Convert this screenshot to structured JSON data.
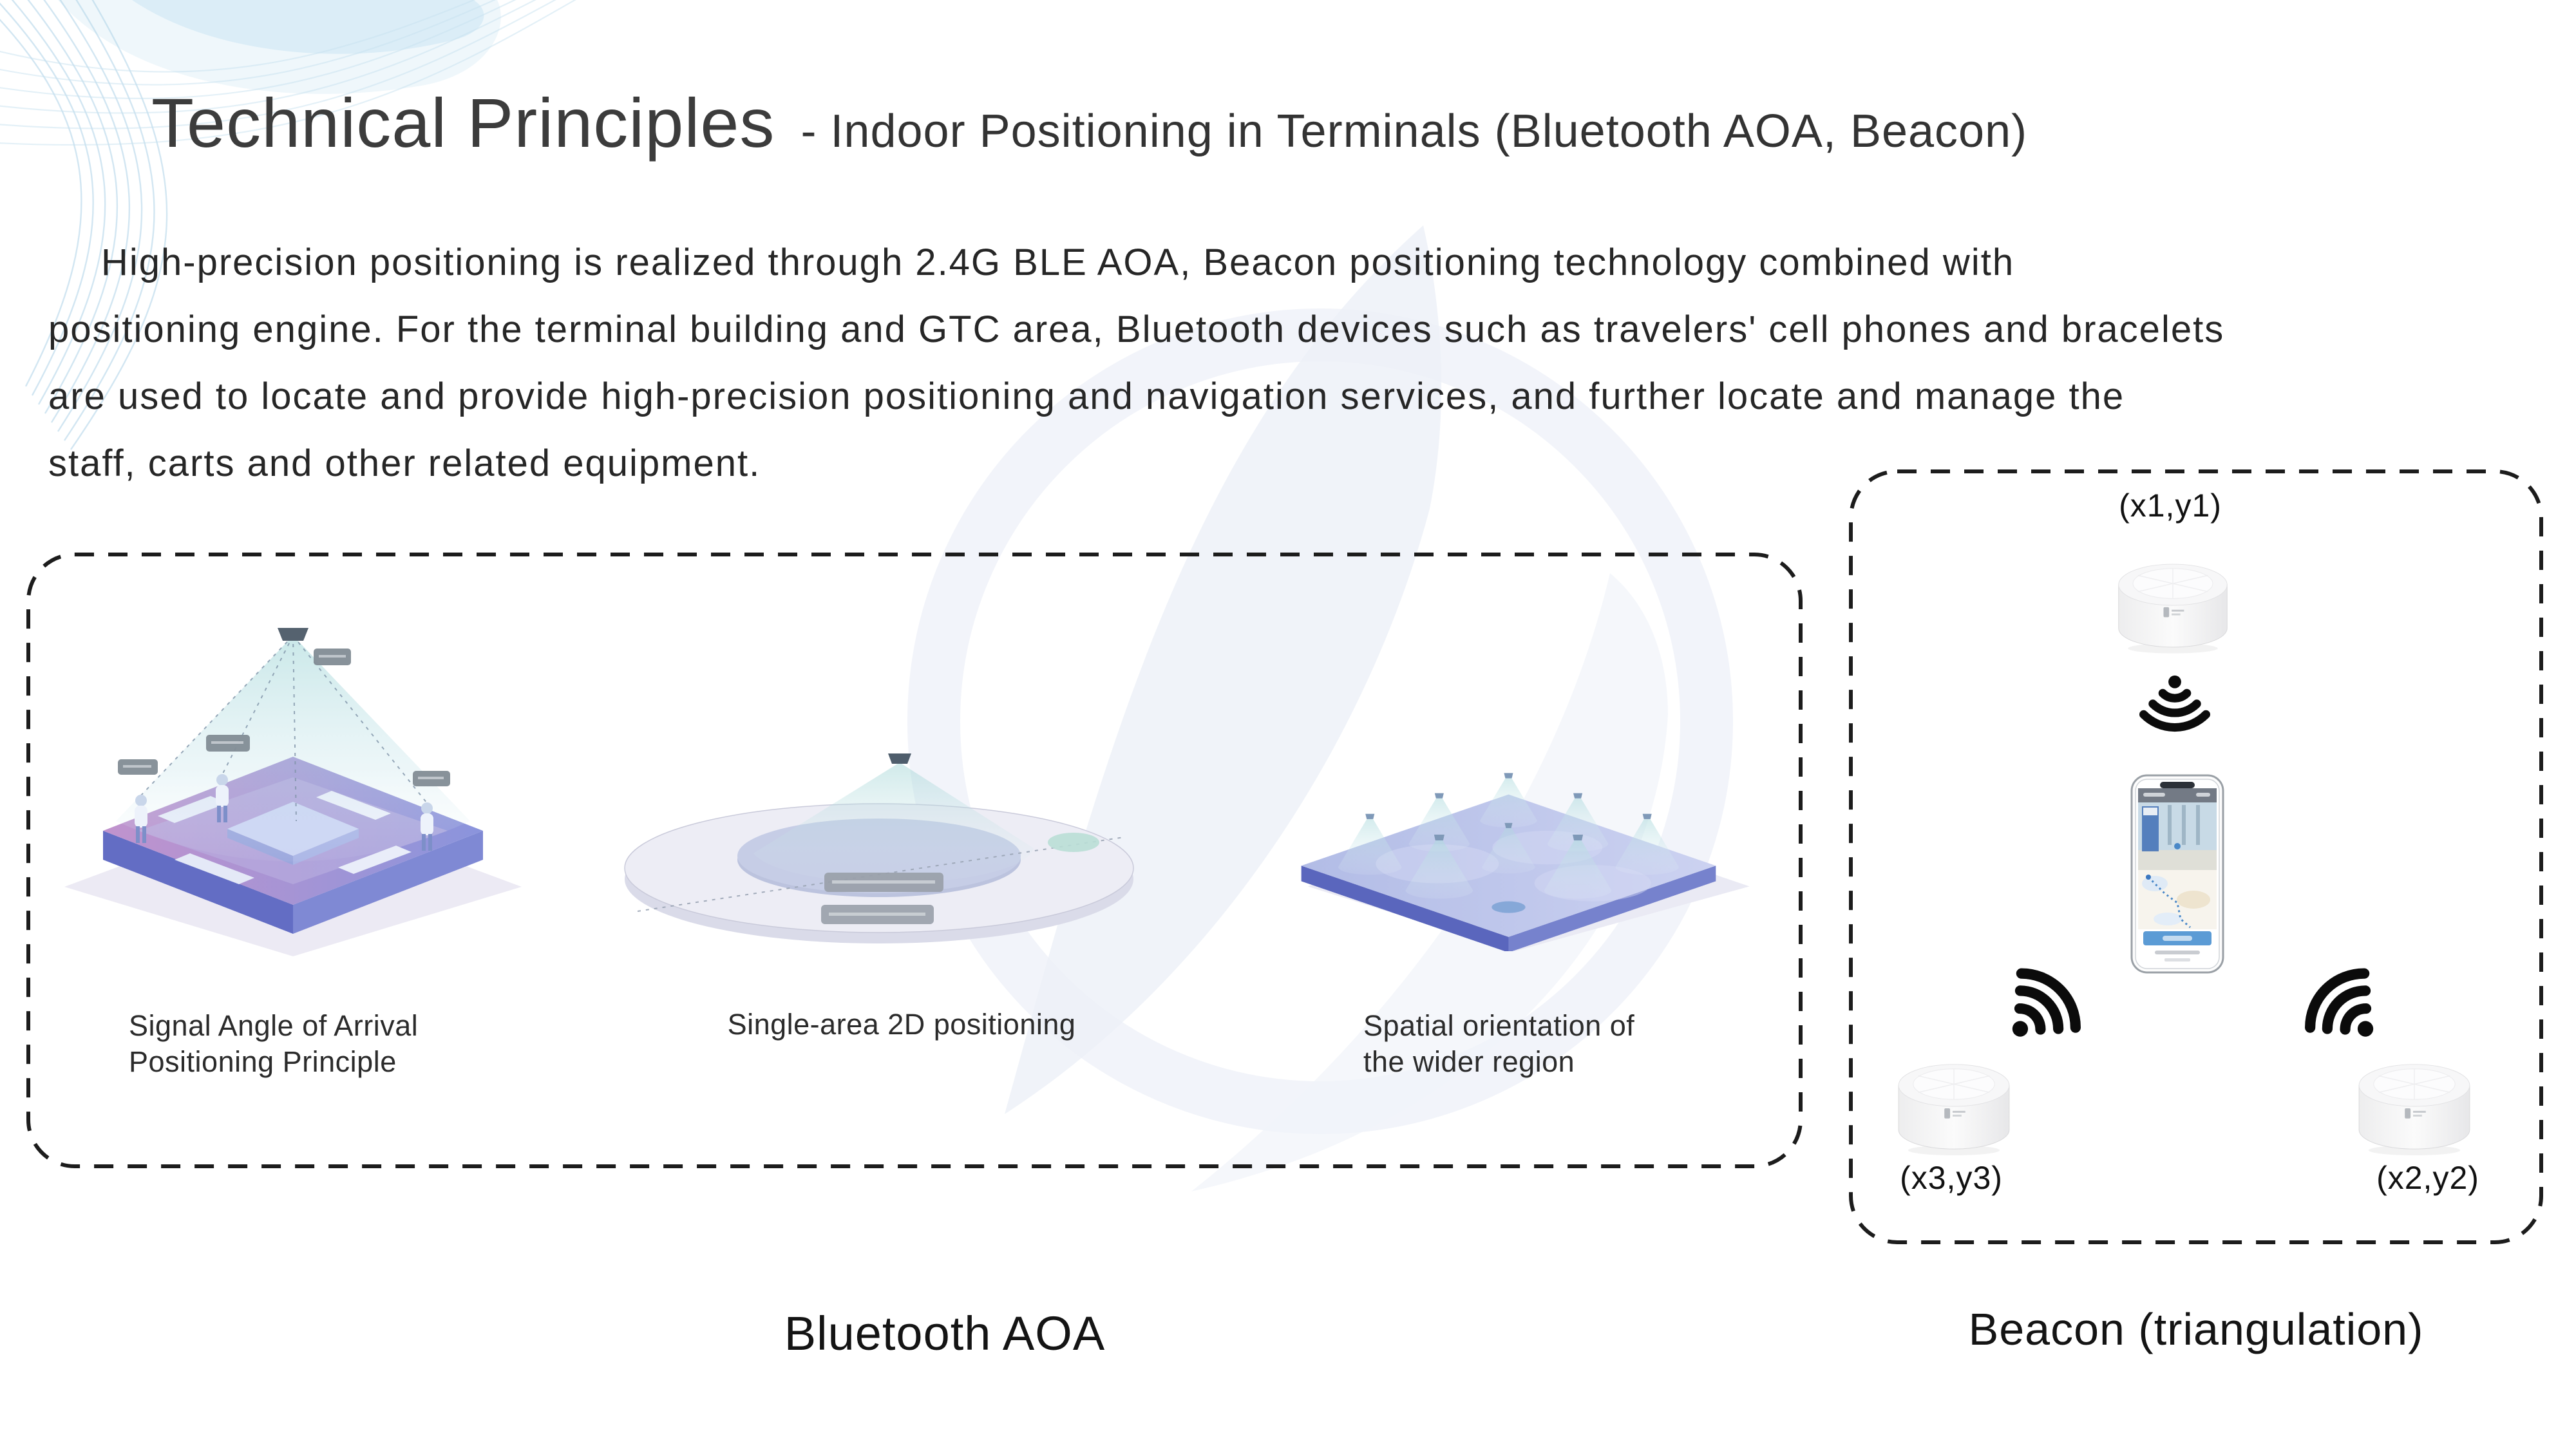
{
  "slide": {
    "title": "Technical Principles",
    "subtitle": "- Indoor Positioning in Terminals (Bluetooth AOA, Beacon)",
    "intro_lines": [
      "High-precision positioning is realized through 2.4G BLE AOA, Beacon positioning technology combined with",
      "positioning engine. For the terminal building and GTC area, Bluetooth devices such as travelers' cell phones and bracelets",
      "are used to locate and provide high-precision positioning and navigation services, and further locate and manage the",
      "staff, carts and other related equipment."
    ]
  },
  "aoa_panel": {
    "caption_aoa_line1": "Signal Angle of Arrival",
    "caption_aoa_line2": "Positioning Principle",
    "caption_single_area": "Single-area 2D positioning",
    "caption_spatial_line1": "Spatial orientation of",
    "caption_spatial_line2": "the wider region",
    "footer_label": "Bluetooth AOA"
  },
  "beacon_panel": {
    "anchor_top": "(x1,y1)",
    "anchor_right": "(x2,y2)",
    "anchor_left": "(x3,y3)",
    "footer_label": "Beacon (triangulation)"
  },
  "icons": {
    "signal": "wifi-signal-icon",
    "beacon": "beacon-device",
    "phone": "smartphone-navigation-app"
  },
  "colors": {
    "title_gray": "#3c3c3c",
    "body_text": "#262626",
    "dashed_border": "#1c1c1c",
    "signal_black": "#0b0b0b",
    "platform_purple": "#8a94dc",
    "platform_blue": "#6d79c8",
    "cone_teal": "#9ed5d6",
    "watermark_blue": "#dbe2f0",
    "wave_blue": "#cfe7f4",
    "app_button_blue": "#5b9bd5"
  }
}
